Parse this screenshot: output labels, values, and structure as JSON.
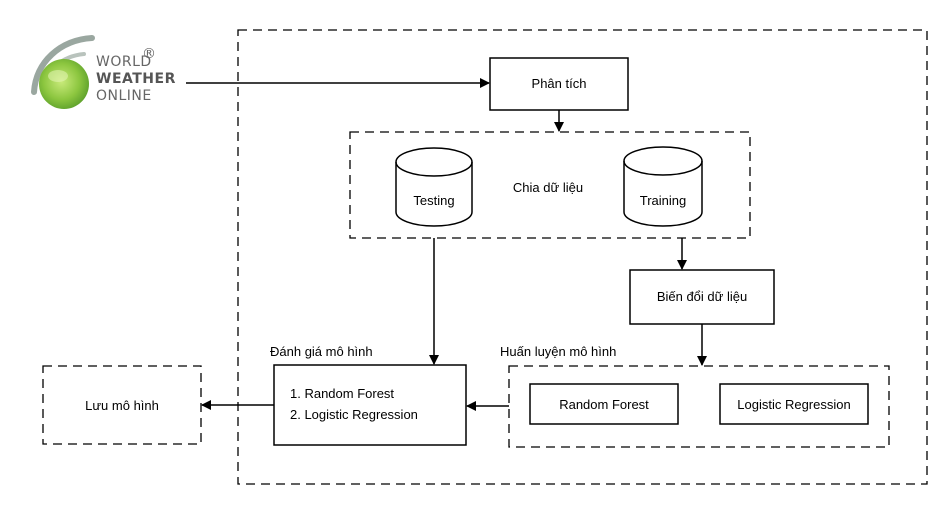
{
  "logo": {
    "line1": "WORLD",
    "line2": "WEATHER",
    "line3": "ONLINE",
    "mark": "®",
    "colors": {
      "globe": "#7ac142",
      "arc": "#9aa7a0"
    }
  },
  "nodes": {
    "analysis": "Phân tích",
    "split": "Chia dữ liệu",
    "testing": "Testing",
    "training": "Training",
    "transform": "Biến đổi dữ liệu",
    "train_group": "Huấn luyện mô hình",
    "rf": "Random Forest",
    "lr": "Logistic Regression",
    "eval_group": "Đánh giá mô hình",
    "eval_item1": "1. Random Forest",
    "eval_item2": "2. Logistic Regression",
    "save": "Lưu mô hình"
  }
}
